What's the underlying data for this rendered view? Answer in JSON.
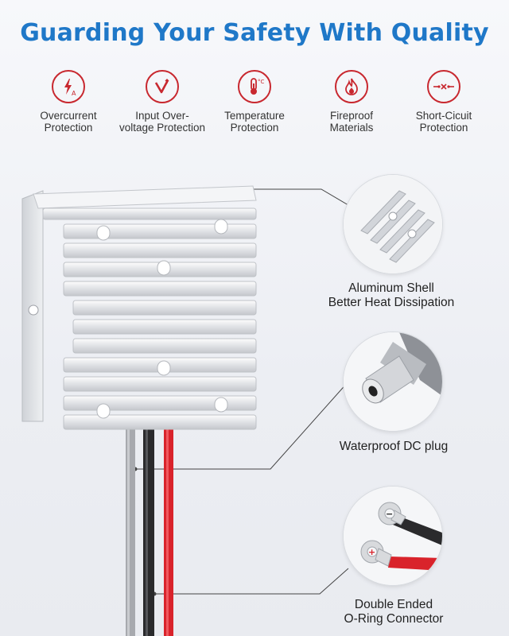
{
  "title": "Guarding Your Safety With Quality",
  "features": [
    {
      "label": "Overcurrent\nProtection",
      "icon": "overcurrent-icon"
    },
    {
      "label": "Input Over-\nvoltage Protection",
      "icon": "overvoltage-icon"
    },
    {
      "label": "Temperature\nProtection",
      "icon": "thermometer-icon"
    },
    {
      "label": "Fireproof\nMaterials",
      "icon": "flame-icon"
    },
    {
      "label": "Short-Cicuit\nProtection",
      "icon": "short-circuit-icon"
    }
  ],
  "callouts": {
    "shell": "Aluminum Shell\nBetter Heat Dissipation",
    "plug": "Waterproof DC plug",
    "connector": "Double Ended\nO-Ring Connector"
  },
  "colors": {
    "title": "#1f78c8",
    "icon_accent": "#c8282f",
    "wire_red": "#d9232b",
    "wire_black": "#222222",
    "wire_gray": "#9a9ca1"
  }
}
